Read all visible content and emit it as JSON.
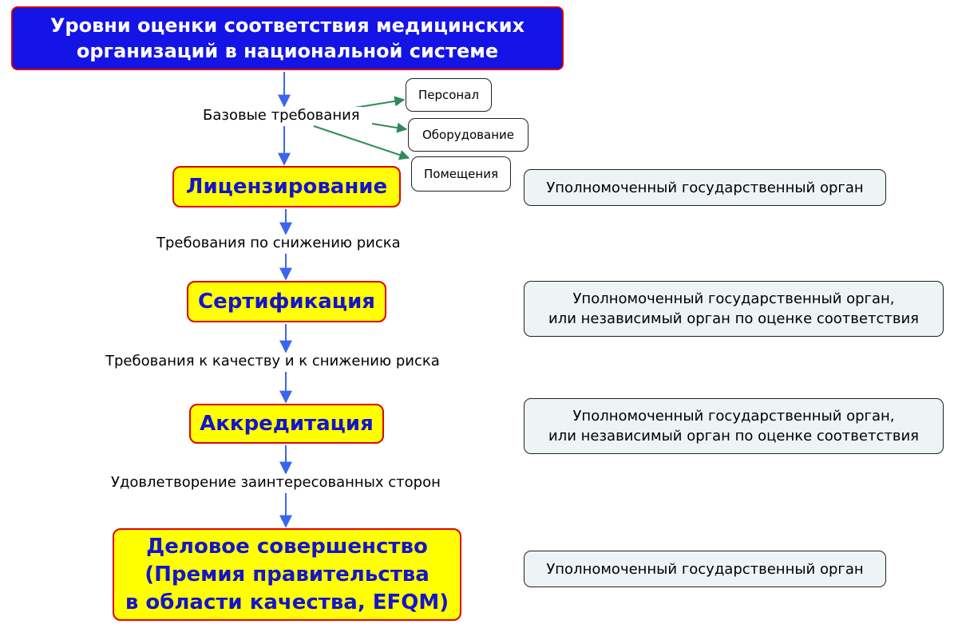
{
  "title": "Уровни оценки соответствия медицинских\nорганизаций в национальной системе",
  "levels": [
    "Лицензирование",
    "Сертификация",
    "Аккредитация",
    "Деловое совершенство\n(Премия правительства\nв области качества, EFQM)"
  ],
  "requirements": [
    "Базовые требования",
    "Требования по снижению риска",
    "Требования к качеству и к снижению риска",
    "Удовлетворение заинтересованных сторон"
  ],
  "base_requirements_items": [
    "Персонал",
    "Оборудование",
    "Помещения"
  ],
  "authorities": [
    "Уполномоченный государственный орган",
    "Уполномоченный государственный орган,\nили независимый орган по оценке соответствия",
    "Уполномоченный государственный орган,\nили независимый орган по оценке соответствия",
    "Уполномоченный государственный орган"
  ],
  "colors": {
    "title_bg": "#1414e6",
    "level_bg": "#ffff00",
    "level_text": "#1414cc",
    "box_border": "#e00000",
    "flow_arrow": "#3a66ee",
    "branch_arrow": "#2e8b57",
    "authority_bg": "#eef3f5"
  }
}
